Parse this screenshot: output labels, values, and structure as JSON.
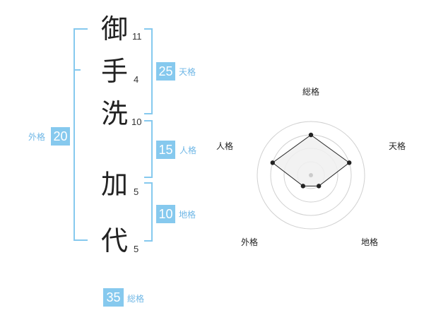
{
  "name_chars": [
    {
      "char": "御",
      "strokes": "11"
    },
    {
      "char": "手",
      "strokes": "4"
    },
    {
      "char": "洗",
      "strokes": "10"
    },
    {
      "char": "加",
      "strokes": "5"
    },
    {
      "char": "代",
      "strokes": "5"
    }
  ],
  "kakusu": {
    "tenkaku": {
      "value": "25",
      "label": "天格"
    },
    "jinkaku": {
      "value": "15",
      "label": "人格"
    },
    "chikaku": {
      "value": "10",
      "label": "地格"
    },
    "gaikaku": {
      "value": "20",
      "label": "外格"
    },
    "soukaku": {
      "value": "35",
      "label": "総格"
    }
  },
  "colors": {
    "accent": "#86c9ee",
    "label": "#6fb7e6",
    "text": "#222222",
    "radar_fill": "#f0f0f0",
    "ring": "#d0d0d0"
  },
  "chart_data": {
    "type": "radar",
    "axes": [
      "総格",
      "天格",
      "地格",
      "外格",
      "人格"
    ],
    "levels": 4,
    "rmax": 4,
    "values": [
      3,
      3,
      1,
      1,
      3
    ]
  }
}
